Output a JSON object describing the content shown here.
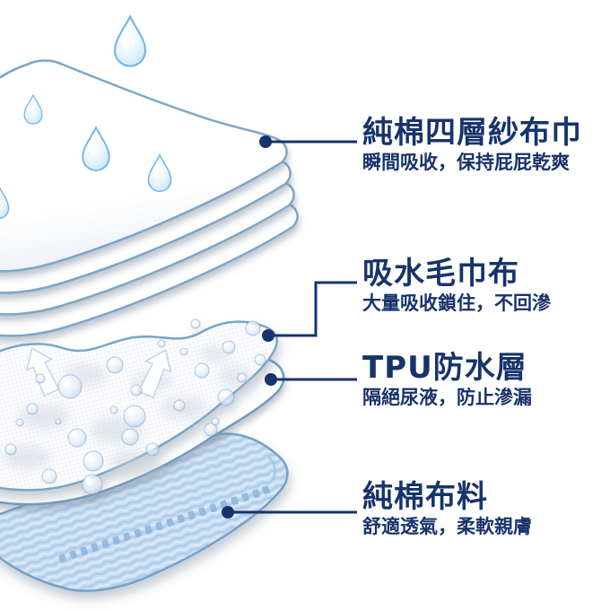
{
  "diagram": {
    "type": "product-layer-callout-diagram",
    "product": "cotton gauze waterproof pad layers",
    "callouts": [
      {
        "title": "純棉四層紗布巾",
        "subtitle": "瞬間吸收，保持屁屁乾爽"
      },
      {
        "title": "吸水毛巾布",
        "subtitle": "大量吸收鎖住，不回滲"
      },
      {
        "title": "TPU防水層",
        "subtitle": "隔絕尿液，防止滲漏"
      },
      {
        "title": "純棉布料",
        "subtitle": "舒適透氣，柔軟親膚"
      }
    ],
    "layers": [
      "four-layer cotton gauze stack",
      "absorbent towel layer with water bubbles",
      "TPU waterproof layer",
      "cotton knit fabric layer"
    ],
    "icons": {
      "water_drop": "teardrop",
      "absorb_arrow": "up-arrow",
      "callout_dot": "filled-circle"
    },
    "colors": {
      "text": "#17336b",
      "callout_line": "#17336b",
      "layer_outline": "#7ba6ca",
      "knit_fabric": "#c5dcf2",
      "knit_perforation": "#8db5dd",
      "drop_blue": "#6fb6e8",
      "background": "#ffffff"
    }
  }
}
